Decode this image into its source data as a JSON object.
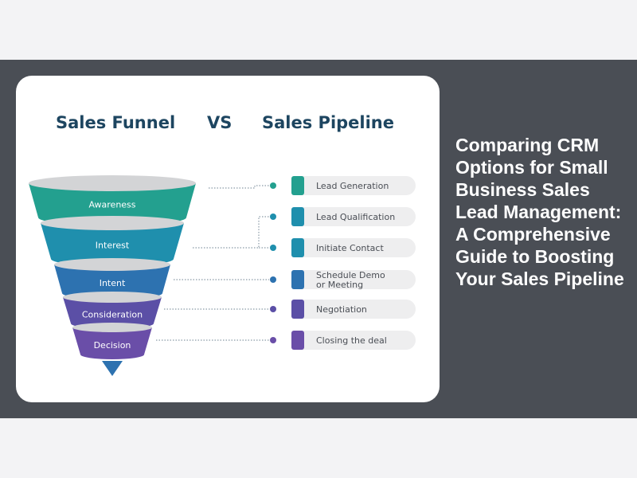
{
  "article": {
    "headline": "Comparing CRM Options for Small Business Sales Lead Management: A Comprehensive Guide to Boosting Your Sales Pipeline"
  },
  "infographic": {
    "title_left": "Sales Funnel",
    "title_vs": "VS",
    "title_right": "Sales Pipeline",
    "funnel_stages": [
      {
        "label": "Awareness",
        "color": "#23a08f"
      },
      {
        "label": "Interest",
        "color": "#1f8fad"
      },
      {
        "label": "Intent",
        "color": "#2d72b0"
      },
      {
        "label": "Consideration",
        "color": "#5b4fa6"
      },
      {
        "label": "Decision",
        "color": "#6a4ea8"
      }
    ],
    "pipeline_stages": [
      {
        "line1": "Lead Generation",
        "line2": "",
        "color": "#23a08f"
      },
      {
        "line1": "Lead Qualification",
        "line2": "",
        "color": "#1f8fad"
      },
      {
        "line1": "Initiate Contact",
        "line2": "",
        "color": "#1f8fad"
      },
      {
        "line1": "Schedule Demo",
        "line2": "or Meeting",
        "color": "#2d72b0"
      },
      {
        "line1": "Negotiation",
        "line2": "",
        "color": "#5b4fa6"
      },
      {
        "line1": "Closing the deal",
        "line2": "",
        "color": "#6a4ea8"
      }
    ],
    "rim_color": "#d3d4d6",
    "pill_color": "#eeeeef",
    "arrow_color": "#2d72b0"
  }
}
